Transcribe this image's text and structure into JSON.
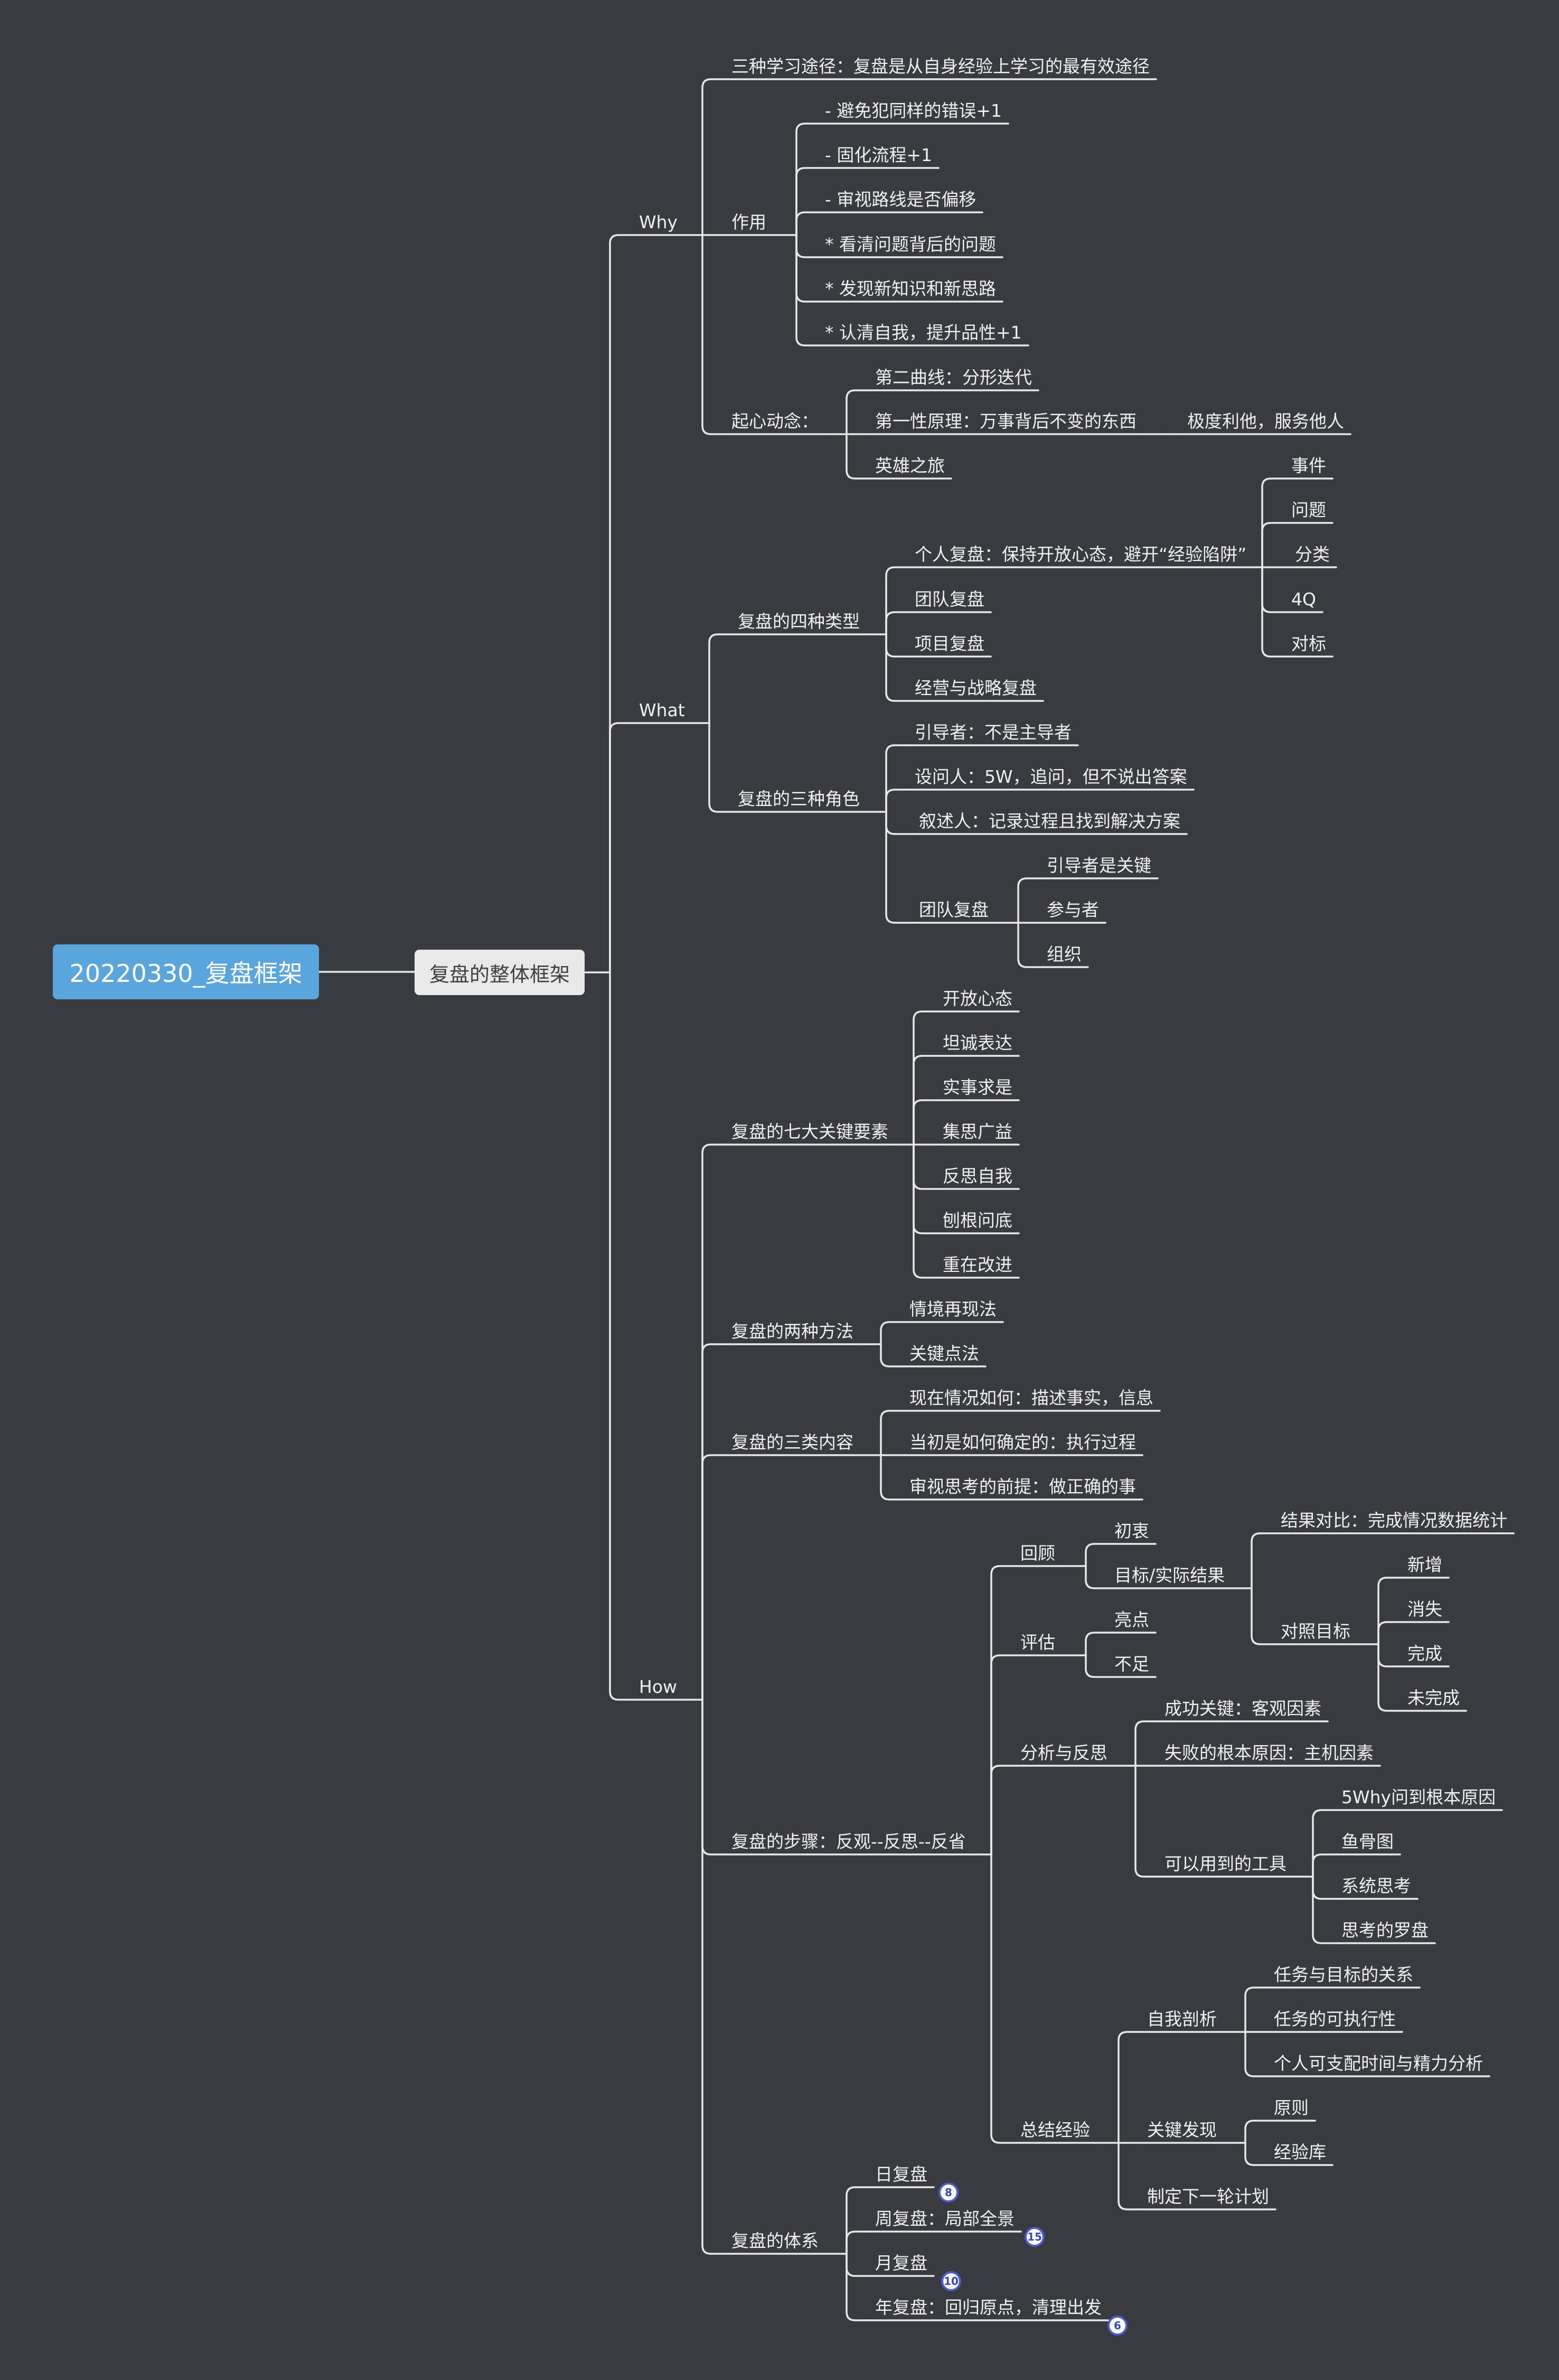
{
  "root": {
    "label": "20220330_复盘框架"
  },
  "main": {
    "label": "复盘的整体框架"
  },
  "why": {
    "label": "Why",
    "learning": "三种学习途径：复盘是从自身经验上学习的最有效途径",
    "effect": {
      "label": "作用",
      "items": [
        "- 避免犯同样的错误+1",
        "- 固化流程+1",
        "- 审视路线是否偏移",
        "* 看清问题背后的问题",
        "* 发现新知识和新思路",
        "* 认清自我，提升品性+1"
      ]
    },
    "motive": {
      "label": "起心动念：",
      "curve": "第二曲线：分形迭代",
      "first_principle": "第一性原理：万事背后不变的东西",
      "altruism": "极度利他，服务他人",
      "hero": "英雄之旅"
    }
  },
  "what": {
    "label": "What",
    "types": {
      "label": "复盘的四种类型",
      "personal": "个人复盘：保持开放心态，避开“经验陷阱”",
      "personal_items": [
        "事件",
        "问题",
        "分类",
        "4Q",
        "对标"
      ],
      "team": "团队复盘",
      "project": "项目复盘",
      "strategy": "经营与战略复盘"
    },
    "roles": {
      "label": "复盘的三种角色",
      "guide": "引导者：不是主导者",
      "asker": "设问人：5W，追问，但不说出答案",
      "narrator": "叙述人：记录过程且找到解决方案",
      "team": "团队复盘",
      "team_items": [
        "引导者是关键",
        "参与者",
        "组织"
      ]
    }
  },
  "how": {
    "label": "How",
    "elements": {
      "label": "复盘的七大关键要素",
      "items": [
        "开放心态",
        "坦诚表达",
        "实事求是",
        "集思广益",
        "反思自我",
        "刨根问底",
        "重在改进"
      ]
    },
    "methods": {
      "label": "复盘的两种方法",
      "items": [
        "情境再现法",
        "关键点法"
      ]
    },
    "contents": {
      "label": "复盘的三类内容",
      "items": [
        "现在情况如何：描述事实，信息",
        "当初是如何确定的：执行过程",
        "审视思考的前提：做正确的事"
      ]
    },
    "steps": {
      "label": "复盘的步骤：反观--反思--反省",
      "review": {
        "label": "回顾",
        "intent": "初衷",
        "target": "目标/实际结果",
        "compare": "结果对比：完成情况数据统计",
        "versus": "对照目标",
        "versus_items": [
          "新增",
          "消失",
          "完成",
          "未完成"
        ]
      },
      "evaluate": {
        "label": "评估",
        "items": [
          "亮点",
          "不足"
        ]
      },
      "analyze": {
        "label": "分析与反思",
        "success": "成功关键：客观因素",
        "failure": "失败的根本原因：主机因素",
        "tools": "可以用到的工具",
        "tool_items": [
          "5Why问到根本原因",
          "鱼骨图",
          "系统思考",
          "思考的罗盘"
        ]
      },
      "summary": {
        "label": "总结经验",
        "self": "自我剖析",
        "self_items": [
          "任务与目标的关系",
          "任务的可执行性",
          "个人可支配时间与精力分析"
        ],
        "key": "关键发现",
        "key_items": [
          "原则",
          "经验库"
        ],
        "plan": "制定下一轮计划"
      }
    },
    "system": {
      "label": "复盘的体系",
      "items": [
        "日复盘",
        "周复盘：局部全景",
        "月复盘",
        "年复盘：回归原点，清理出发"
      ],
      "badges": [
        "8",
        "15",
        "10",
        "6"
      ]
    }
  }
}
